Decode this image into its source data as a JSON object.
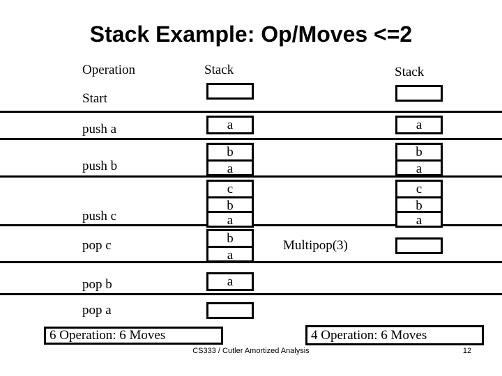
{
  "slide": {
    "title": "Stack Example: Op/Moves <=2",
    "footer": "CS333 / Cutler Amortized Analysis",
    "page_number": "12"
  },
  "headers": {
    "operation": "Operation",
    "stack_left": "Stack",
    "stack_right": "Stack"
  },
  "annotations": {
    "multipop": "Multipop(3)"
  },
  "callouts": {
    "left": "6 Operation: 6 Moves",
    "right": "4 Operation: 6 Moves"
  },
  "rows": [
    {
      "operation": "Start",
      "left_stack": [],
      "right_stack": []
    },
    {
      "operation": "push a",
      "left_stack": [
        "a"
      ],
      "right_stack": [
        "a"
      ]
    },
    {
      "operation": "push b",
      "left_stack": [
        "b",
        "a"
      ],
      "right_stack": [
        "b",
        "a"
      ]
    },
    {
      "operation": "push c",
      "left_stack": [
        "c",
        "b",
        "a"
      ],
      "right_stack": [
        "c",
        "b",
        "a"
      ]
    },
    {
      "operation": "pop c",
      "left_stack": [
        "b",
        "a"
      ],
      "right_stack": []
    },
    {
      "operation": "pop b",
      "left_stack": [
        "a"
      ],
      "right_stack": null
    },
    {
      "operation": "pop a",
      "left_stack": [],
      "right_stack": null
    }
  ],
  "colors": {
    "ink": "#000000",
    "paper": "#ffffff"
  }
}
